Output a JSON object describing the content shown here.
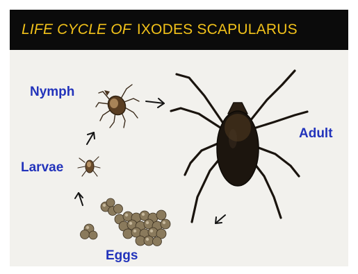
{
  "title": {
    "part1": "LIFE CYCLE OF",
    "part2": "IXODES SCAPULARUS",
    "color": "#f2c21a"
  },
  "stages": {
    "nymph": "Nymph",
    "larvae": "Larvae",
    "eggs": "Eggs",
    "adult": "Adult"
  },
  "colors": {
    "label": "#2233bb",
    "background": "#f2f1ed",
    "title_bar": "#0b0b0b",
    "tick_body": "#1a140e",
    "egg": "#8a7a5c"
  }
}
